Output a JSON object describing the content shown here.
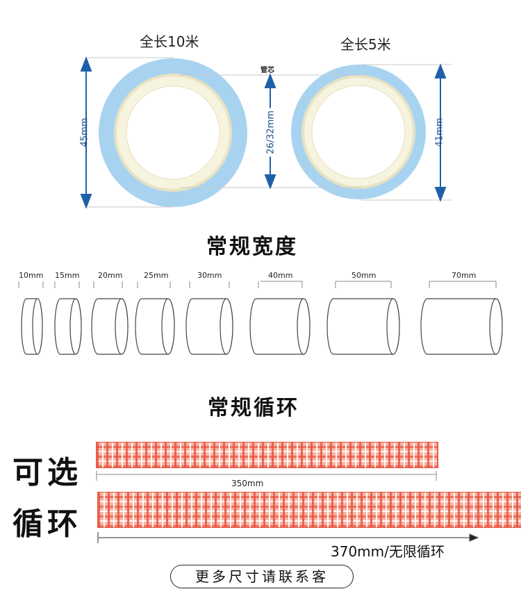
{
  "rolls": {
    "large_title": "全长10米",
    "small_title": "全长5米",
    "core_label": "管芯",
    "large_height": "45mm",
    "core_height": "26/32mm",
    "small_height": "41mm",
    "colors": {
      "tape": "#a8d3f0",
      "core": "#f6f3df",
      "arrow": "#1f5fa8"
    }
  },
  "widths_section": {
    "title": "常规宽度",
    "items": [
      "10mm",
      "15mm",
      "20mm",
      "25mm",
      "30mm",
      "40mm",
      "50mm",
      "70mm"
    ]
  },
  "loop_section": {
    "title": "常规循环",
    "option_label_1": "可选",
    "option_label_2": "循环",
    "strip1_length": "350mm",
    "strip2_length": "370mm/无限循环",
    "colors": {
      "plaid_red": "#e85444",
      "plaid_base": "#f7b5a3"
    }
  },
  "contact_label": "更多尺寸请联系客"
}
